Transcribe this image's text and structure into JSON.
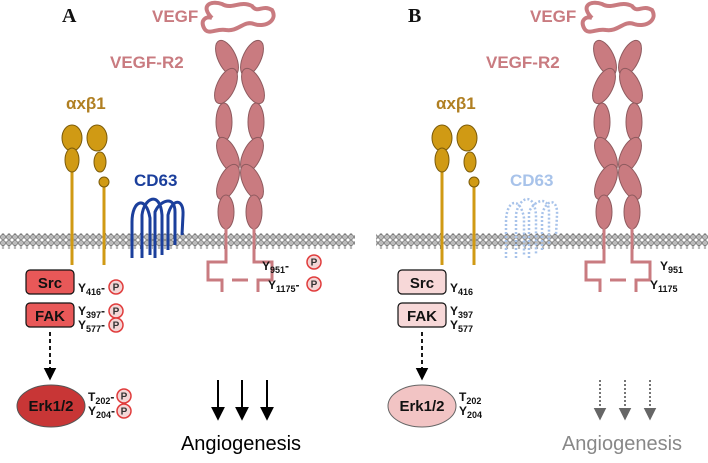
{
  "panels": [
    {
      "letter": "A",
      "receptor": "VEGF-R2",
      "ligand": "VEGF",
      "integrin": "αxβ1",
      "tetraspanin": "CD63",
      "kinases": [
        {
          "name": "Src",
          "sites": [
            {
              "aa": "Y",
              "pos": "416",
              "phospho": true
            }
          ]
        },
        {
          "name": "FAK",
          "sites": [
            {
              "aa": "Y",
              "pos": "397",
              "phospho": true
            },
            {
              "aa": "Y",
              "pos": "577",
              "phospho": true
            }
          ]
        }
      ],
      "erk": {
        "name": "Erk1/2",
        "sites": [
          {
            "aa": "T",
            "pos": "202",
            "phospho": true
          },
          {
            "aa": "Y",
            "pos": "204",
            "phospho": true
          }
        ]
      },
      "receptor_sites": [
        {
          "aa": "Y",
          "pos": "951",
          "phospho": true
        },
        {
          "aa": "Y",
          "pos": "1175",
          "phospho": true
        }
      ],
      "outcome": "Angiogenesis"
    },
    {
      "letter": "B",
      "receptor": "VEGF-R2",
      "ligand": "VEGF",
      "integrin": "αxβ1",
      "tetraspanin": "CD63",
      "kinases": [
        {
          "name": "Src",
          "sites": [
            {
              "aa": "Y",
              "pos": "416",
              "phospho": false
            }
          ]
        },
        {
          "name": "FAK",
          "sites": [
            {
              "aa": "Y",
              "pos": "397",
              "phospho": false
            },
            {
              "aa": "Y",
              "pos": "577",
              "phospho": false
            }
          ]
        }
      ],
      "erk": {
        "name": "Erk1/2",
        "sites": [
          {
            "aa": "T",
            "pos": "202",
            "phospho": false
          },
          {
            "aa": "Y",
            "pos": "204",
            "phospho": false
          }
        ]
      },
      "receptor_sites": [
        {
          "aa": "Y",
          "pos": "951",
          "phospho": false
        },
        {
          "aa": "Y",
          "pos": "1175",
          "phospho": false
        }
      ],
      "outcome": "Angiogenesis"
    }
  ],
  "phospho_symbol": "P",
  "colors": {
    "vegfr2": "#c97b80",
    "vegfr2_outline": "#8e5a5e",
    "integrin": "#d09a14",
    "integrin_outline": "#7a5a0a",
    "integrin_label": "#b07f22",
    "cd63": "#1b3f9c",
    "cd63_faded": "#a8c3ea",
    "membrane": "#9a9a9a",
    "kinase_active": "#e85858",
    "kinase_inactive": "#f7d8d8",
    "erk_active": "#c83636",
    "erk_inactive": "#f2c4c4",
    "phospho_ring": "#e03b3b",
    "outcome_active": "#000000",
    "outcome_inactive": "#888888"
  }
}
